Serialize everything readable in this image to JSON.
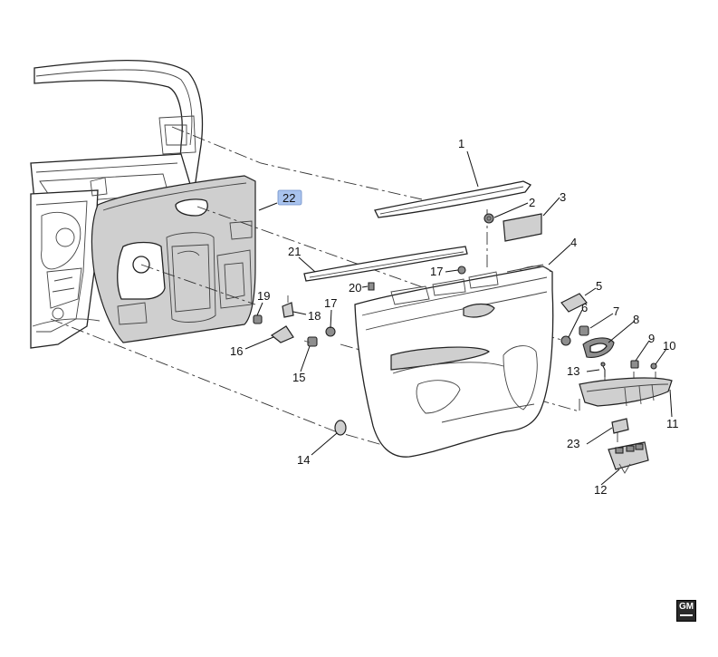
{
  "diagram": {
    "callouts": [
      {
        "id": "c1",
        "label": "1"
      },
      {
        "id": "c2",
        "label": "2"
      },
      {
        "id": "c3",
        "label": "3"
      },
      {
        "id": "c4",
        "label": "4"
      },
      {
        "id": "c5",
        "label": "5"
      },
      {
        "id": "c6",
        "label": "6"
      },
      {
        "id": "c7",
        "label": "7"
      },
      {
        "id": "c8",
        "label": "8"
      },
      {
        "id": "c9",
        "label": "9"
      },
      {
        "id": "c10",
        "label": "10"
      },
      {
        "id": "c11",
        "label": "11"
      },
      {
        "id": "c12",
        "label": "12"
      },
      {
        "id": "c13",
        "label": "13"
      },
      {
        "id": "c14",
        "label": "14"
      },
      {
        "id": "c15",
        "label": "15"
      },
      {
        "id": "c16",
        "label": "16"
      },
      {
        "id": "c17a",
        "label": "17"
      },
      {
        "id": "c17b",
        "label": "17"
      },
      {
        "id": "c18",
        "label": "18"
      },
      {
        "id": "c19",
        "label": "19"
      },
      {
        "id": "c20",
        "label": "20"
      },
      {
        "id": "c21",
        "label": "21"
      },
      {
        "id": "c22",
        "label": "22",
        "highlighted": true
      },
      {
        "id": "c23",
        "label": "23"
      }
    ],
    "highlight_color": "#a9c3ee"
  },
  "logo": {
    "text": "GM"
  }
}
